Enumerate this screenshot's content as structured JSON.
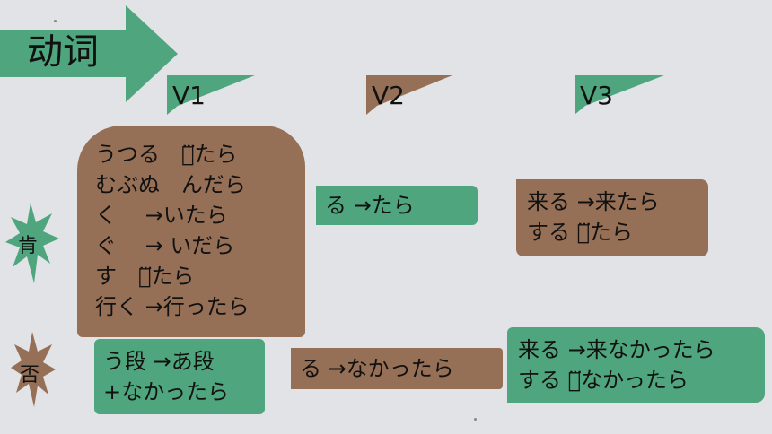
{
  "slide": {
    "title": "动词",
    "columns": [
      {
        "label": "V1",
        "flag_color": "#4fa67e"
      },
      {
        "label": "V2",
        "flag_color": "#967056"
      },
      {
        "label": "V3",
        "flag_color": "#4fa67e"
      }
    ],
    "rows": {
      "positive_label": "肯",
      "negative_label": "否"
    },
    "v1_positive": [
      "うつる　っ⃛たら",
      "むぶぬ　んだら",
      "く　  →いたら",
      "ぐ　 → いだら",
      "す　し⃛たら",
      "行く →行ったら"
    ],
    "v2_positive": "る →たら",
    "v3_positive": [
      "来る →来たら",
      "する し⃛たら"
    ],
    "v1_negative": [
      "う段 →あ段",
      "+なかったら"
    ],
    "v2_negative": "る →なかったら",
    "v3_negative": [
      "来る →来なかったら",
      "する し⃛なかったら"
    ],
    "colors": {
      "green": "#4fa67e",
      "brown": "#967056",
      "background": "#e2e3e7"
    }
  }
}
